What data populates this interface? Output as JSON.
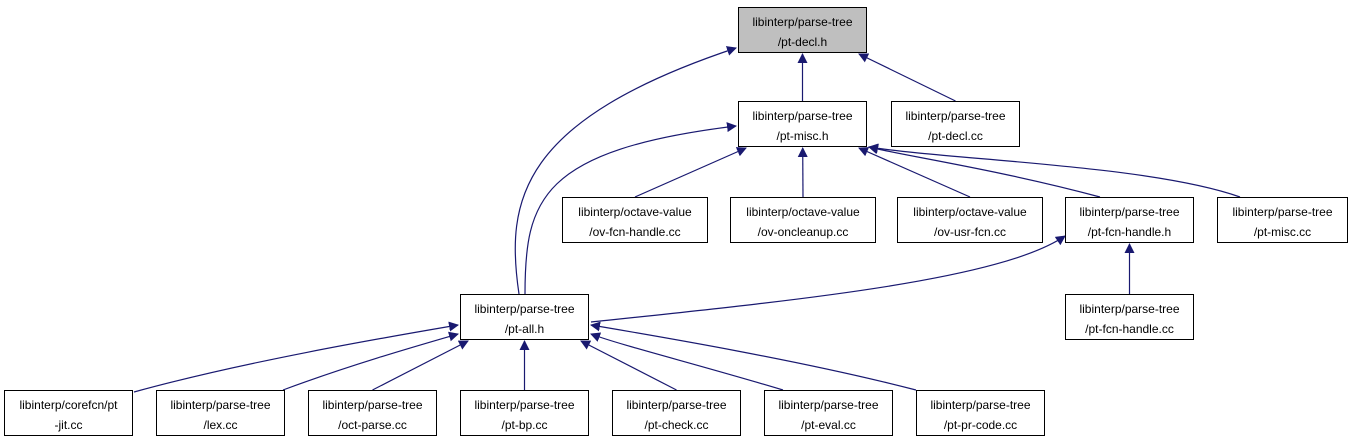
{
  "diagram": {
    "type": "include-dependency-graph",
    "root": "pt_decl_h",
    "nodes": [
      {
        "id": "pt_decl_h",
        "line1": "libinterp/parse-tree",
        "line2": "/pt-decl.h",
        "highlighted": true
      },
      {
        "id": "pt_misc_h",
        "line1": "libinterp/parse-tree",
        "line2": "/pt-misc.h"
      },
      {
        "id": "pt_decl_cc",
        "line1": "libinterp/parse-tree",
        "line2": "/pt-decl.cc"
      },
      {
        "id": "ov_fcn_handle_cc",
        "line1": "libinterp/octave-value",
        "line2": "/ov-fcn-handle.cc"
      },
      {
        "id": "ov_oncleanup_cc",
        "line1": "libinterp/octave-value",
        "line2": "/ov-oncleanup.cc"
      },
      {
        "id": "ov_usr_fcn_cc",
        "line1": "libinterp/octave-value",
        "line2": "/ov-usr-fcn.cc"
      },
      {
        "id": "pt_fcn_handle_h",
        "line1": "libinterp/parse-tree",
        "line2": "/pt-fcn-handle.h"
      },
      {
        "id": "pt_misc_cc",
        "line1": "libinterp/parse-tree",
        "line2": "/pt-misc.cc"
      },
      {
        "id": "pt_all_h",
        "line1": "libinterp/parse-tree",
        "line2": "/pt-all.h"
      },
      {
        "id": "pt_fcn_handle_cc",
        "line1": "libinterp/parse-tree",
        "line2": "/pt-fcn-handle.cc"
      },
      {
        "id": "pt_jit_cc",
        "line1": "libinterp/corefcn/pt",
        "line2": "-jit.cc"
      },
      {
        "id": "lex_cc",
        "line1": "libinterp/parse-tree",
        "line2": "/lex.cc"
      },
      {
        "id": "oct_parse_cc",
        "line1": "libinterp/parse-tree",
        "line2": "/oct-parse.cc"
      },
      {
        "id": "pt_bp_cc",
        "line1": "libinterp/parse-tree",
        "line2": "/pt-bp.cc"
      },
      {
        "id": "pt_check_cc",
        "line1": "libinterp/parse-tree",
        "line2": "/pt-check.cc"
      },
      {
        "id": "pt_eval_cc",
        "line1": "libinterp/parse-tree",
        "line2": "/pt-eval.cc"
      },
      {
        "id": "pt_pr_code_cc",
        "line1": "libinterp/parse-tree",
        "line2": "/pt-pr-code.cc"
      }
    ],
    "edges": [
      {
        "from": "pt_misc_h",
        "to": "pt_decl_h"
      },
      {
        "from": "pt_decl_cc",
        "to": "pt_decl_h"
      },
      {
        "from": "pt_all_h",
        "to": "pt_decl_h"
      },
      {
        "from": "ov_fcn_handle_cc",
        "to": "pt_misc_h"
      },
      {
        "from": "ov_oncleanup_cc",
        "to": "pt_misc_h"
      },
      {
        "from": "ov_usr_fcn_cc",
        "to": "pt_misc_h"
      },
      {
        "from": "pt_fcn_handle_h",
        "to": "pt_misc_h"
      },
      {
        "from": "pt_misc_cc",
        "to": "pt_misc_h"
      },
      {
        "from": "pt_all_h",
        "to": "pt_misc_h"
      },
      {
        "from": "pt_all_h",
        "to": "pt_fcn_handle_h"
      },
      {
        "from": "pt_fcn_handle_cc",
        "to": "pt_fcn_handle_h"
      },
      {
        "from": "pt_jit_cc",
        "to": "pt_all_h"
      },
      {
        "from": "lex_cc",
        "to": "pt_all_h"
      },
      {
        "from": "oct_parse_cc",
        "to": "pt_all_h"
      },
      {
        "from": "pt_bp_cc",
        "to": "pt_all_h"
      },
      {
        "from": "pt_check_cc",
        "to": "pt_all_h"
      },
      {
        "from": "pt_eval_cc",
        "to": "pt_all_h"
      },
      {
        "from": "pt_pr_code_cc",
        "to": "pt_all_h"
      }
    ],
    "colors": {
      "edge": "#191970",
      "root_fill": "#bfbfbf",
      "node_fill": "#ffffff",
      "border": "#000000"
    }
  }
}
